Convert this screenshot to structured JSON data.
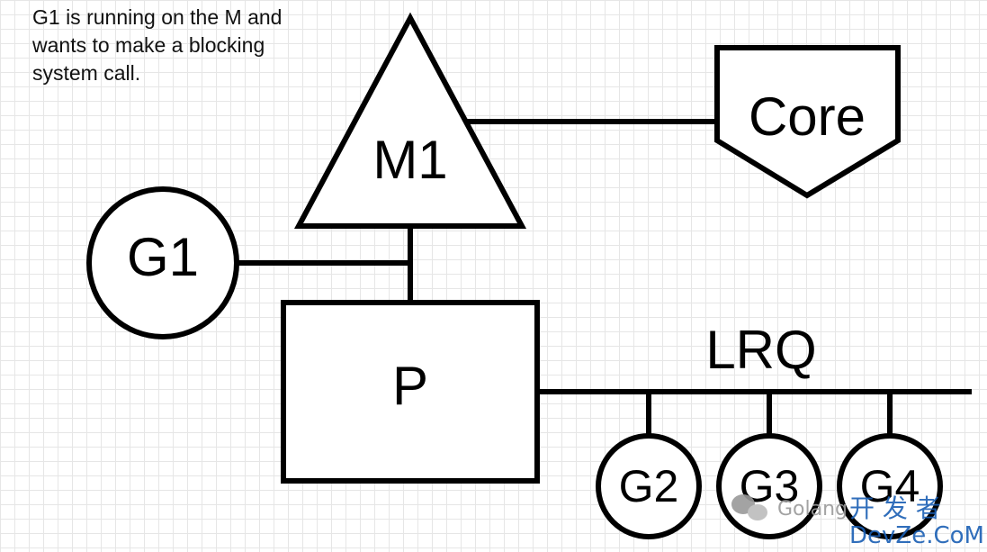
{
  "caption": {
    "lines": [
      "G1 is running on the M and",
      "wants to make a blocking",
      "system call."
    ]
  },
  "nodes": {
    "machine": "M1",
    "core": "Core",
    "processor": "P",
    "goroutine_running": "G1",
    "queue_label": "LRQ",
    "queued": [
      "G2",
      "G3",
      "G4"
    ]
  },
  "watermark": {
    "brand": "Golang",
    "chinese": "开 发 者",
    "site": "DevZe.CoM"
  },
  "colors": {
    "stroke": "#000000",
    "grid": "#e6e6e6",
    "watermark": "#1a5fb4"
  }
}
